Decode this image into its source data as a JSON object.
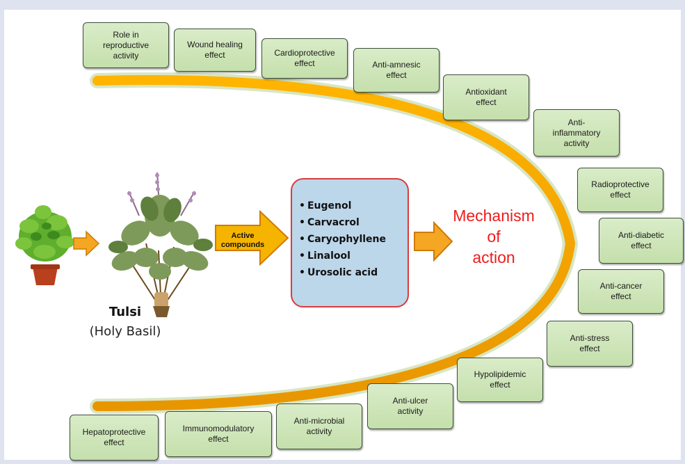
{
  "plant": {
    "name": "Tulsi",
    "common_name": "(Holy Basil)"
  },
  "active_compounds_label": "Active\ncompounds",
  "compounds": [
    "Eugenol",
    "Carvacrol",
    "Caryophyllene",
    "Linalool",
    "Urosolic acid"
  ],
  "mechanism_label": "Mechanism\nof\naction",
  "effects": [
    "Role in\nreproductive\nactivity",
    "Wound healing\neffect",
    "Cardioprotective\neffect",
    "Anti-amnesic\neffect",
    "Antioxidant\neffect",
    "Anti-\ninflammatory\nactivity",
    "Radioprotective\neffect",
    "Anti-diabetic\neffect",
    "Anti-cancer\neffect",
    "Anti-stress\neffect",
    "Hypolipidemic\neffect",
    "Anti-ulcer\nactivity",
    "Anti-microbial\nactivity",
    "Immunomodulatory\neffect",
    "Hepatoprotective\neffect"
  ],
  "colors": {
    "arc": "#f4a500",
    "effect_box_fill": "#c9e2b3",
    "compound_box_fill": "#bcd6ea",
    "compound_box_border": "#d93b3b",
    "mechanism_text": "#ee1c1c",
    "arrow_fill": "#f5a623"
  }
}
